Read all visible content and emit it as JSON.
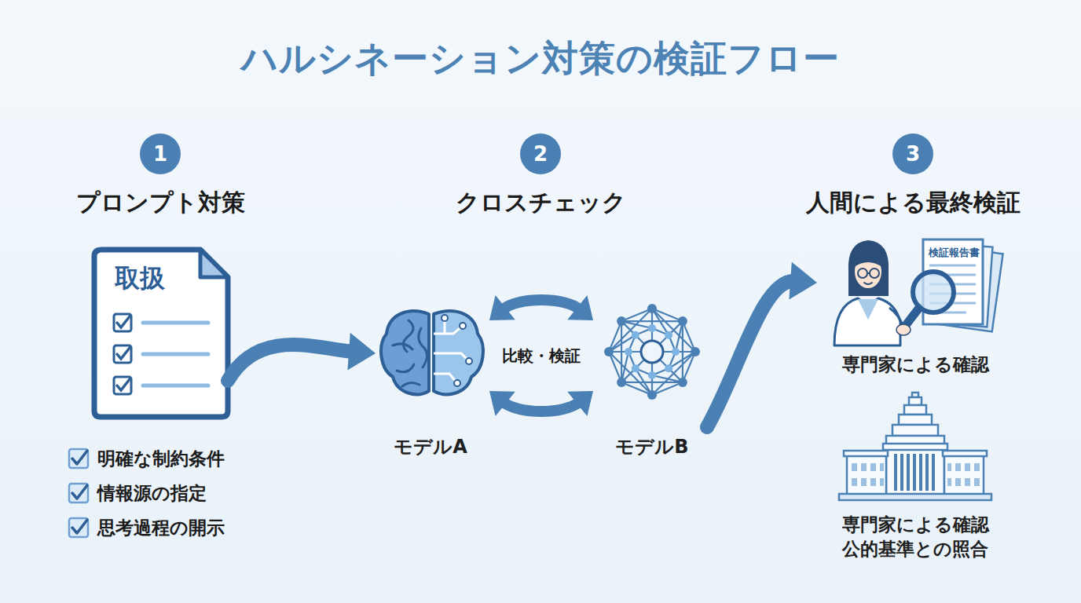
{
  "diagram": {
    "title": "ハルシネーション対策の検証フロー",
    "nodes": [
      {
        "text": [
          "1"
        ]
      },
      {
        "text": [
          "2"
        ]
      },
      {
        "text": [
          "3"
        ]
      },
      {
        "text": [
          "取扱"
        ]
      },
      {
        "text": [
          "モデルA"
        ]
      },
      {
        "text": [
          "モデルB"
        ]
      },
      {
        "text": [
          "専門家による確認"
        ]
      },
      {
        "text": [
          "専門家による確認 公的基準との照合"
        ]
      }
    ],
    "edges": [
      {
        "from": 3,
        "to": 4,
        "arrow": "to"
      },
      {
        "from": 4,
        "to": 5,
        "label": "比較・検証",
        "arrow": "both"
      },
      {
        "from": 4,
        "to": 5,
        "arrow": "both"
      },
      {
        "from": 5,
        "to": 6,
        "arrow": "to"
      }
    ],
    "labels": [
      "プロンプト対策",
      "クロスチェック",
      "人間による最終検証",
      "明確な制約条件",
      "情報源の指定",
      "思考過程の開示",
      "検証報告書"
    ]
  }
}
